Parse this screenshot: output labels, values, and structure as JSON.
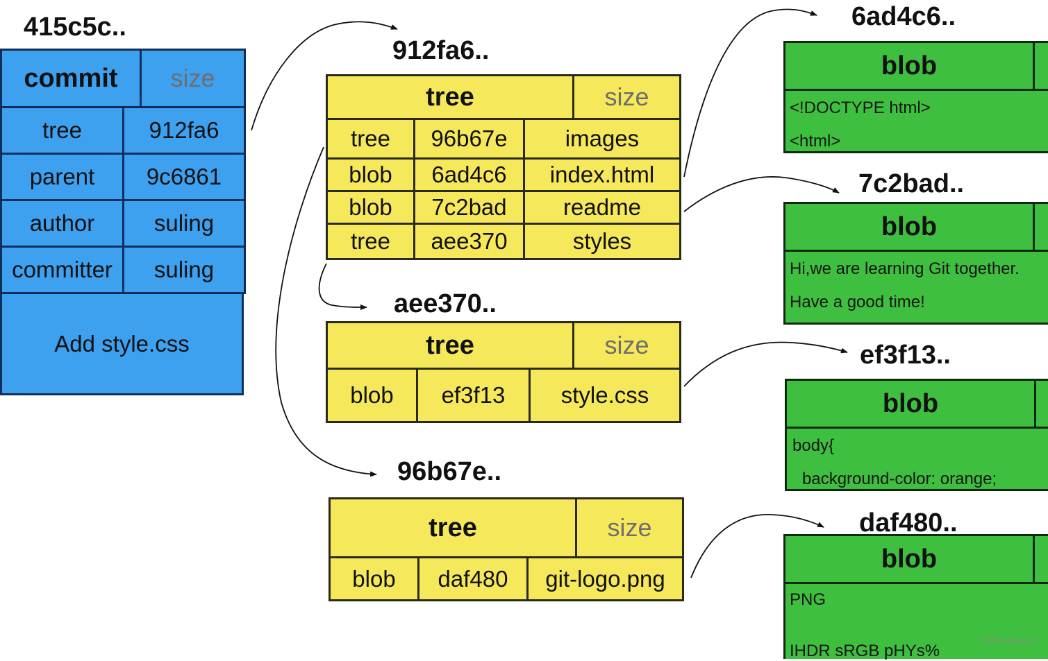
{
  "commit": {
    "hash": "415c5c..",
    "type_label": "commit",
    "size_label": "size",
    "rows": [
      {
        "key": "tree",
        "value": "912fa6"
      },
      {
        "key": "parent",
        "value": "9c6861"
      },
      {
        "key": "author",
        "value": "suling"
      },
      {
        "key": "committer",
        "value": "suling"
      }
    ],
    "message": "Add style.css"
  },
  "trees": {
    "t912": {
      "hash": "912fa6..",
      "type_label": "tree",
      "size_label": "size",
      "rows": [
        [
          "tree",
          "96b67e",
          "images"
        ],
        [
          "blob",
          "6ad4c6",
          "index.html"
        ],
        [
          "blob",
          "7c2bad",
          "readme"
        ],
        [
          "tree",
          "aee370",
          "styles"
        ]
      ]
    },
    "taee": {
      "hash": "aee370..",
      "type_label": "tree",
      "size_label": "size",
      "rows": [
        [
          "blob",
          "ef3f13",
          "style.css"
        ]
      ]
    },
    "t96b": {
      "hash": "96b67e..",
      "type_label": "tree",
      "size_label": "size",
      "rows": [
        [
          "blob",
          "daf480",
          "git-logo.png"
        ]
      ]
    }
  },
  "blobs": {
    "b6ad": {
      "hash": "6ad4c6..",
      "type_label": "blob",
      "lines": [
        "<!DOCTYPE html>",
        "<html>"
      ]
    },
    "b7c2": {
      "hash": "7c2bad..",
      "type_label": "blob",
      "lines": [
        "Hi,we are learning Git together.",
        "Have a good time!"
      ]
    },
    "bef3": {
      "hash": "ef3f13..",
      "type_label": "blob",
      "lines": [
        "body{",
        "background-color: orange;"
      ]
    },
    "bdaf": {
      "hash": "daf480..",
      "type_label": "blob",
      "lines": [
        "PNG",
        "IHDR\u0001 sRGB pHYs%"
      ]
    }
  },
  "watermark": "CSDN @Azxcc0",
  "colors": {
    "commit_fill": "#3ea1f0",
    "tree_fill": "#f5e85a",
    "blob_fill": "#3fbf3f",
    "border": "#111111"
  }
}
